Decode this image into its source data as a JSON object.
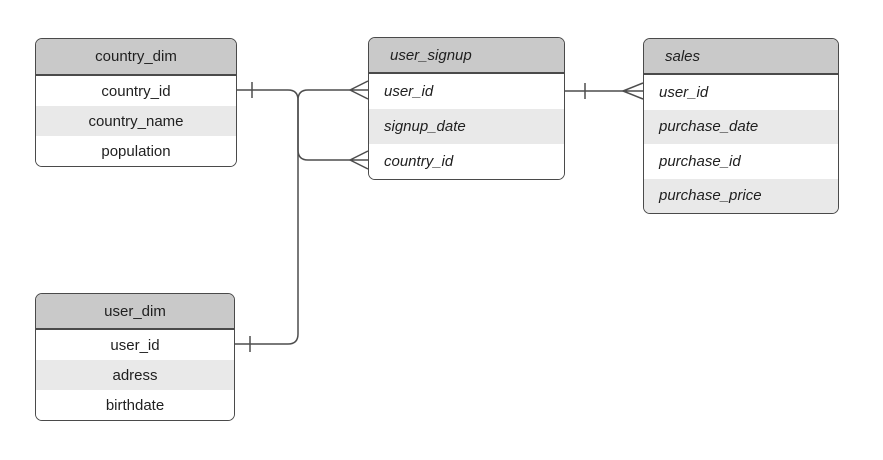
{
  "colors": {
    "canvas_bg": "#ffffff",
    "header_bg": "#c9c9c9",
    "row_bg": "#ffffff",
    "row_alt_bg": "#e9e9e9",
    "border": "#4a4a4a",
    "line": "#4d4d4d",
    "text": "#1f1f1f"
  },
  "tables": [
    {
      "title": "country_dim",
      "columns": [
        "country_id",
        "country_name",
        "population"
      ]
    },
    {
      "title": "user_dim",
      "columns": [
        "user_id",
        "adress",
        "birthdate"
      ]
    },
    {
      "title": "user_signup",
      "columns": [
        "user_id",
        "signup_date",
        "country_id"
      ]
    },
    {
      "title": "sales",
      "columns": [
        "user_id",
        "purchase_date",
        "purchase_id",
        "purchase_price"
      ]
    }
  ],
  "relationships": [
    {
      "from_table": "country_dim",
      "from_column": "country_id",
      "from_cardinality": "one",
      "to_table": "user_signup",
      "to_column": "country_id",
      "to_cardinality": "many"
    },
    {
      "from_table": "user_dim",
      "from_column": "user_id",
      "from_cardinality": "one",
      "to_table": "user_signup",
      "to_column": "user_id",
      "to_cardinality": "many"
    },
    {
      "from_table": "user_signup",
      "from_column": "user_id",
      "from_cardinality": "one",
      "to_table": "sales",
      "to_column": "user_id",
      "to_cardinality": "many"
    }
  ]
}
